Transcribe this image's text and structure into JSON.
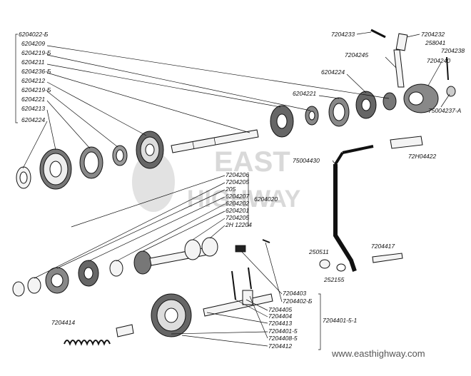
{
  "watermark": {
    "line1": "EAST",
    "line2": "HIGHWAY"
  },
  "credit": "www.easthighway.com",
  "labels": {
    "l_6204022_b": "6204022-Б",
    "l_6204209": "6204209",
    "l_6204219_b_a": "6204219-Б",
    "l_6204211": "6204211",
    "l_6204236_b": "6204236-Б",
    "l_6204212": "6204212",
    "l_6204219_b_b": "6204219-Б",
    "l_6204221_a": "6204221",
    "l_6204213": "6204213",
    "l_6204224_a": "6204224",
    "l_6204221_b": "6204221",
    "l_6204224_b": "6204224",
    "l_7204233": "7204233",
    "l_7204232": "7204232",
    "l_258041": "258041",
    "l_7204238": "7204238",
    "l_7204245": "7204245",
    "l_7204240": "7204240",
    "l_75004237_a": "75004237-А",
    "l_75004430": "75004430",
    "l_72h04422": "72Н04422",
    "l_7204206": "7204206",
    "l_7204205_a": "7204205",
    "l_205": "205",
    "l_6204207": "6204207",
    "l_6204202": "6204202",
    "l_6204201": "6204201",
    "l_7204205_b": "7204205",
    "l_2h12204": "2Н 12204",
    "l_6204020": "6204020",
    "l_250511": "250511",
    "l_252155": "252155",
    "l_7204417": "7204417",
    "l_7204403": "7204403",
    "l_7204402_b": "7204402-Б",
    "l_7204405": "7204405",
    "l_7204404": "7204404",
    "l_7204413": "7204413",
    "l_7204401_5": "7204401-5",
    "l_7204408_5": "7204408-5",
    "l_7204412": "7204412",
    "l_7204401_5_1": "7204401-5-1",
    "l_7204414": "7204414"
  }
}
